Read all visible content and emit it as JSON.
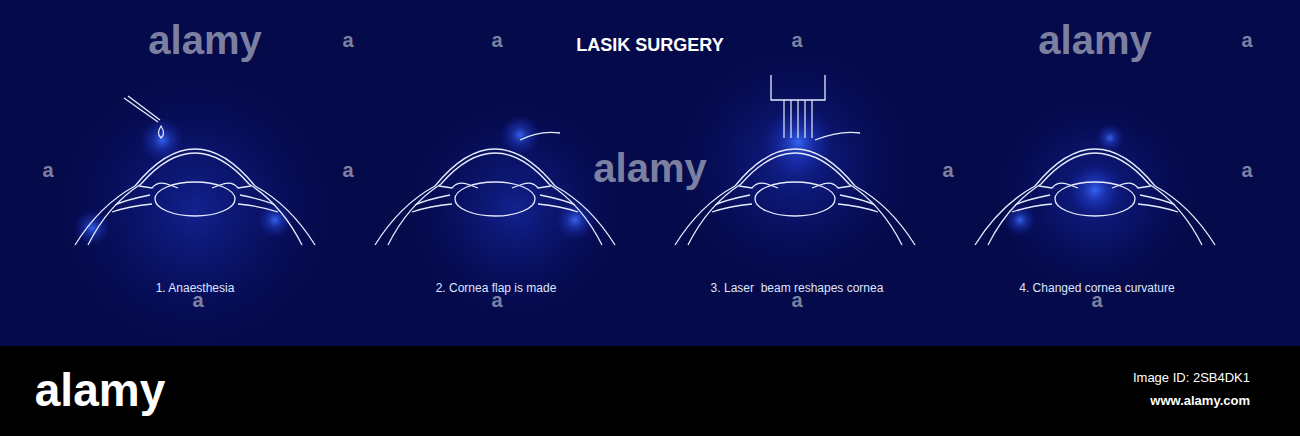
{
  "diagram": {
    "title": "LASIK SURGERY",
    "labels": [
      "1. Anaesthesia",
      "2. Cornea flap is made",
      "3. Laser  beam reshapes cornea",
      "4. Changed cornea curvature",
      "alamy",
      "alamy",
      "alamy",
      "alamy",
      "a",
      "a",
      "a",
      "a",
      "a",
      "a",
      "a",
      "a",
      "a",
      "a",
      "a",
      "a",
      "Image ID: 2SB4DK1",
      "www.alamy.com"
    ]
  }
}
